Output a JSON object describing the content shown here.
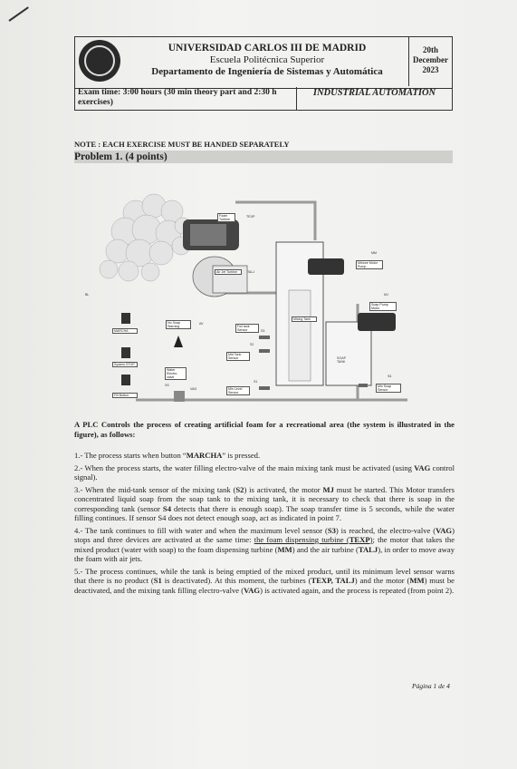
{
  "header": {
    "university": "UNIVERSIDAD CARLOS III DE MADRID",
    "school": "Escuela Politécnica Superior",
    "department": "Departamento de Ingeniería de Sistemas y Automática",
    "date_day": "20th",
    "date_month": "December",
    "date_year": "2023",
    "exam_time": "Exam time: 3:00 hours (30 min theory part and 2:30 h exercises)",
    "course": "INDUSTRIAL AUTOMATION"
  },
  "note": "NOTE : EACH EXERCISE MUST BE HANDED SEPARATELY",
  "problem_title": "Problem 1. (4 points)",
  "figure": {
    "foam_turbine": "Foam Turbine",
    "texp": "TEXP",
    "mixture_motor_pump": "Mixture Motor Pump",
    "mm": "MM",
    "air_jet_turbine": "Air Jet Turbine",
    "talj": "TALJ",
    "soap_pump_motor": "Soap Pump Motor",
    "mj": "MJ",
    "mixing_tank": "Mixing Tank",
    "no_soap_warning": "No Soap Warning",
    "av": "AV",
    "full_tank_sensor": "Full tank Sensor",
    "s3": "S3",
    "mid_tank_sensor": "Mid Tank Sensor",
    "s2": "S2",
    "soap_tank": "SOAP TANK",
    "s4": "S4",
    "min_soap_sensor": "Min Soap Sensor",
    "water_valve": "Water Electro-valve",
    "vag": "VAG",
    "min_level_sensor": "Min Level Sensor",
    "s1": "S1",
    "marcha": "MARCHA",
    "system_stop": "System STOP",
    "fill_button": "Fill Button",
    "ss": "SS",
    "bl": "BL"
  },
  "intro": "A PLC Controls the process of creating artificial foam for a recreational area (the system is illustrated in the figure), as follows:",
  "points": {
    "p1": [
      "1.- The process starts when button “",
      "MARCHA",
      "” is pressed."
    ],
    "p2": [
      "2.- When the process starts, the water filling electro-valve of the main mixing tank must be activated (using ",
      "VAG",
      " control signal)."
    ],
    "p3": [
      "3.- When the mid-tank sensor of the mixing tank (",
      "S2",
      ") is activated, the motor ",
      "MJ",
      " must be started. This Motor transfers concentrated liquid soap from the soap tank to the mixing tank, it is necessary to check that there is soap in the corresponding tank (sensor ",
      "S4",
      " detects that there is enough soap). The soap transfer time is 5 seconds, while the water filling continues. If sensor S4 does not detect enough soap, act as indicated in point 7."
    ],
    "p4": [
      "4.- The tank continues to fill with water and when the maximum level sensor (",
      "S3",
      ") is reached, the electro-valve (",
      "VAG",
      ") stops and three devices are activated at the same time: ",
      "the foam dispensing turbine (",
      "TEXP",
      ")",
      "; the motor that takes the mixed product (water with soap) to the foam dispensing turbine (",
      "MM",
      ") and the air turbine (",
      "TALJ",
      "), in order to move away the foam with air jets."
    ],
    "p5": [
      "5.- The process continues, while the tank is being emptied of the mixed product, until its minimum level sensor warns that there is no product (",
      "S1",
      " is deactivated). At this moment, the turbines (",
      "TEXP, TALJ",
      ") and the motor (",
      "MM",
      ") must be deactivated, and the mixing tank filling electro-valve (",
      "VAG",
      ") is activated again, and the process is repeated (from point 2)."
    ]
  },
  "page_footer": "Página 1 de 4"
}
